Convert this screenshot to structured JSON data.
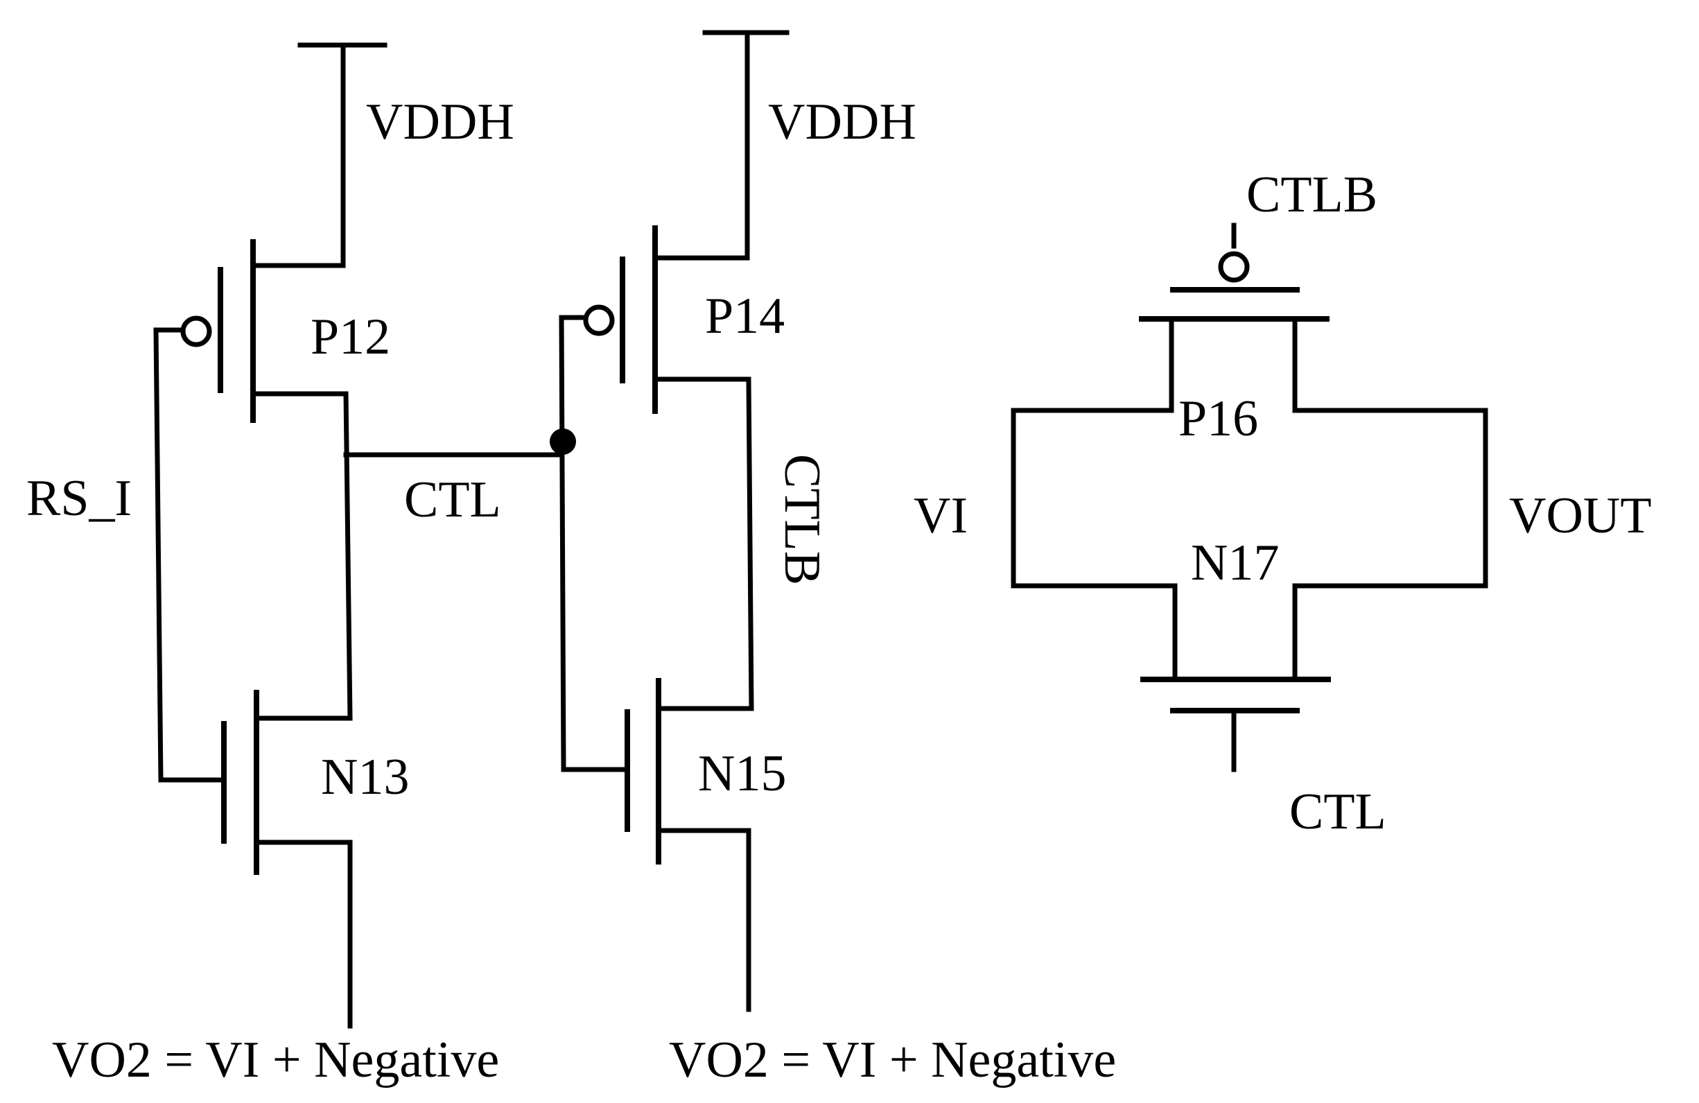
{
  "colors": {
    "ink": "#000000",
    "background": "#ffffff"
  },
  "labels": {
    "vddh_left": "VDDH",
    "vddh_mid": "VDDH",
    "p12": "P12",
    "p14": "P14",
    "n13": "N13",
    "n15": "N15",
    "rs_i": "RS_I",
    "ctl_mid": "CTL",
    "ctlb_vertical": "CTLB",
    "ctlb_top": "CTLB",
    "p16": "P16",
    "n17": "N17",
    "vi": "VI",
    "vout": "VOUT",
    "ctl_bottom": "CTL",
    "vo2_left": "VO2 = VI + Negative",
    "vo2_mid": "VO2 = VI + Negative"
  }
}
